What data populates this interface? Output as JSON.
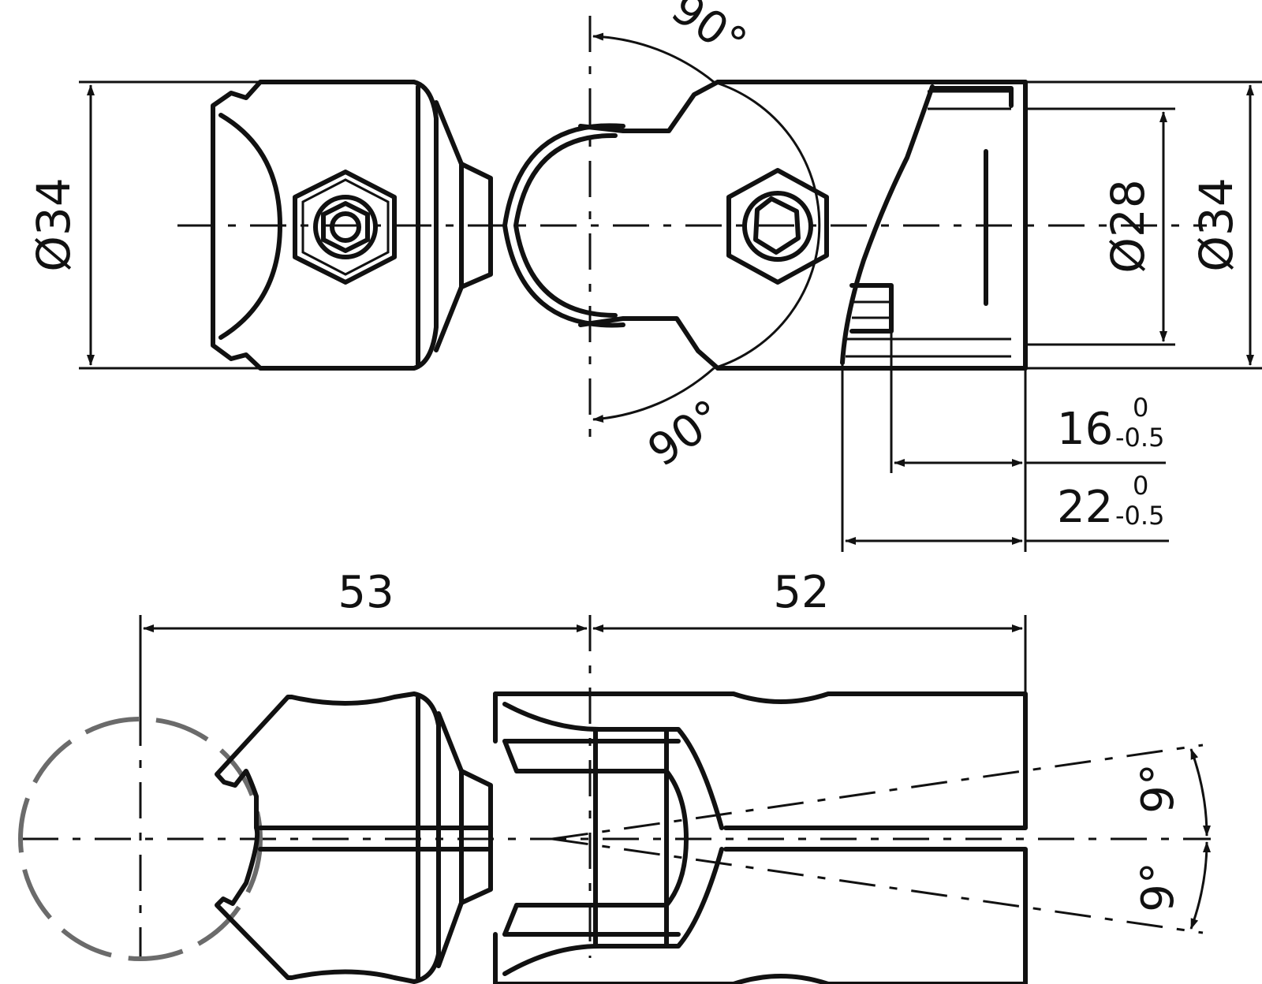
{
  "dimensions": {
    "dia_left": "Ø34",
    "dia_right_outer": "Ø34",
    "dia_right_inner": "Ø28",
    "angle_top": "90°",
    "angle_bottom": "90°",
    "depth_16": {
      "value": "16",
      "upper": "0",
      "lower": "-0.5"
    },
    "depth_22": {
      "value": "22",
      "upper": "0",
      "lower": "-0.5"
    },
    "length_left": "53",
    "length_right": "52",
    "tilt_up": "9°",
    "tilt_down": "9°"
  }
}
